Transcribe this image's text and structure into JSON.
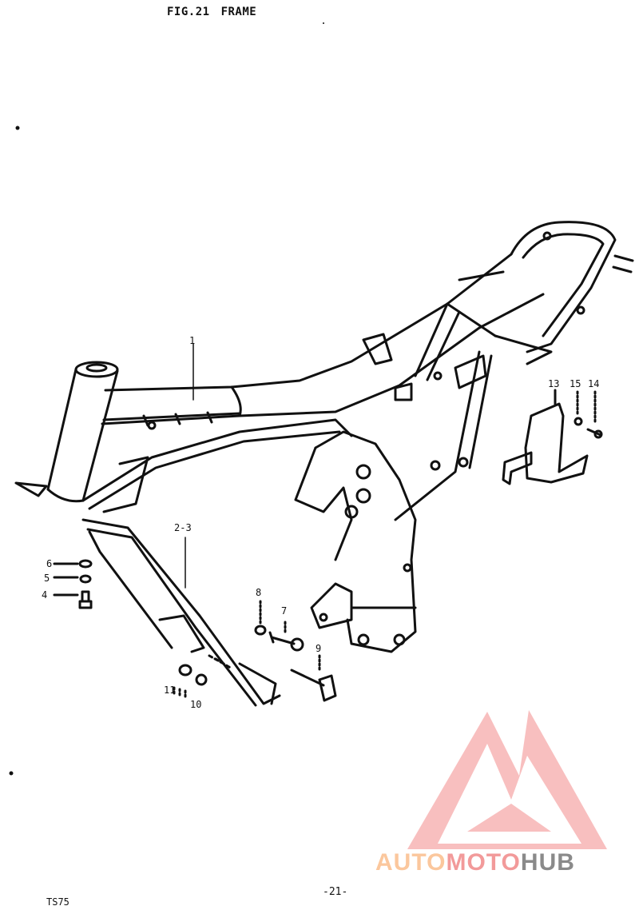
{
  "header": {
    "fig": "FIG.21",
    "title": "FRAME"
  },
  "callouts": {
    "c1": "1",
    "c23": "2-3",
    "c4": "4",
    "c5": "5",
    "c6": "6",
    "c7": "7",
    "c8": "8",
    "c9": "9",
    "c10": "10",
    "c11": "11",
    "c13": "13",
    "c14": "14",
    "c15": "15"
  },
  "footer": {
    "page": "-21-",
    "model": "TS75"
  },
  "watermark": {
    "part1": "AUTO",
    "part2": "MOTO",
    "part3": "HUB"
  },
  "colors": {
    "ink": "#111111",
    "watermark_red": "#f29a9a",
    "watermark_orange": "#fbc79d",
    "watermark_grey": "#8a8a8a"
  }
}
